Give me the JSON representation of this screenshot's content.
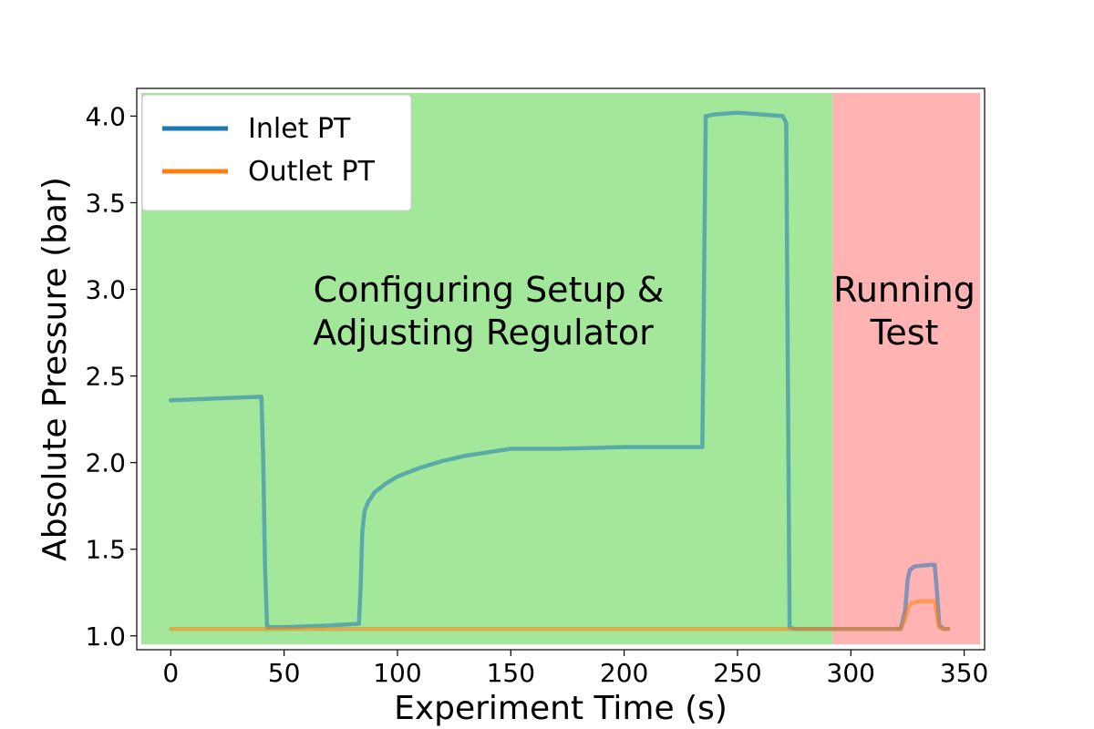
{
  "chart_data": {
    "type": "line",
    "title": "",
    "xlabel": "Experiment Time (s)",
    "ylabel": "Absolute Pressure (bar)",
    "xlim": [
      -15,
      359
    ],
    "ylim": [
      0.92,
      4.16
    ],
    "xticks": [
      0,
      50,
      100,
      150,
      200,
      250,
      300,
      350
    ],
    "xtick_labels": [
      "0",
      "50",
      "100",
      "150",
      "200",
      "250",
      "300",
      "350"
    ],
    "yticks": [
      1.0,
      1.5,
      2.0,
      2.5,
      3.0,
      3.5,
      4.0
    ],
    "ytick_labels": [
      "1.0",
      "1.5",
      "2.0",
      "2.5",
      "3.0",
      "3.5",
      "4.0"
    ],
    "grid": false,
    "legend_position": "top-left",
    "regions": [
      {
        "name": "setup",
        "x_start": -15,
        "x_end": 292,
        "color": "#a3e89a",
        "label_lines": [
          "Configuring Setup &",
          "Adjusting Regulator"
        ]
      },
      {
        "name": "test",
        "x_start": 292,
        "x_end": 357,
        "color": "#ffb3b3",
        "label_lines": [
          "Running",
          "Test"
        ]
      }
    ],
    "series": [
      {
        "name": "Inlet PT",
        "color": "#1f77b4",
        "x": [
          0,
          20,
          40,
          40.8,
          41.6,
          42.5,
          50,
          70,
          83,
          83.8,
          84.5,
          85.5,
          87,
          90,
          95,
          100,
          110,
          120,
          130,
          140,
          150,
          170,
          200,
          220,
          234.5,
          235.2,
          236,
          240,
          250,
          260,
          270,
          271.5,
          272.2,
          273,
          275,
          280,
          290,
          300,
          310,
          322,
          324,
          325,
          326,
          328,
          335,
          337,
          338,
          339,
          341,
          343
        ],
        "y": [
          2.36,
          2.37,
          2.38,
          2.0,
          1.4,
          1.05,
          1.05,
          1.06,
          1.07,
          1.3,
          1.6,
          1.72,
          1.77,
          1.83,
          1.88,
          1.92,
          1.97,
          2.01,
          2.04,
          2.06,
          2.08,
          2.08,
          2.09,
          2.09,
          2.09,
          3.0,
          4.0,
          4.01,
          4.02,
          4.01,
          4.0,
          3.96,
          2.5,
          1.05,
          1.04,
          1.04,
          1.04,
          1.04,
          1.04,
          1.04,
          1.15,
          1.32,
          1.38,
          1.4,
          1.41,
          1.41,
          1.25,
          1.06,
          1.04,
          1.04
        ]
      },
      {
        "name": "Outlet PT",
        "color": "#ff7f0e",
        "x": [
          0,
          50,
          100,
          150,
          200,
          250,
          292,
          300,
          310,
          322,
          324,
          325.5,
          327,
          330,
          335,
          337,
          338,
          339,
          341,
          343
        ],
        "y": [
          1.04,
          1.04,
          1.04,
          1.04,
          1.04,
          1.04,
          1.04,
          1.04,
          1.04,
          1.04,
          1.1,
          1.17,
          1.19,
          1.2,
          1.2,
          1.2,
          1.12,
          1.05,
          1.04,
          1.04
        ]
      }
    ]
  }
}
